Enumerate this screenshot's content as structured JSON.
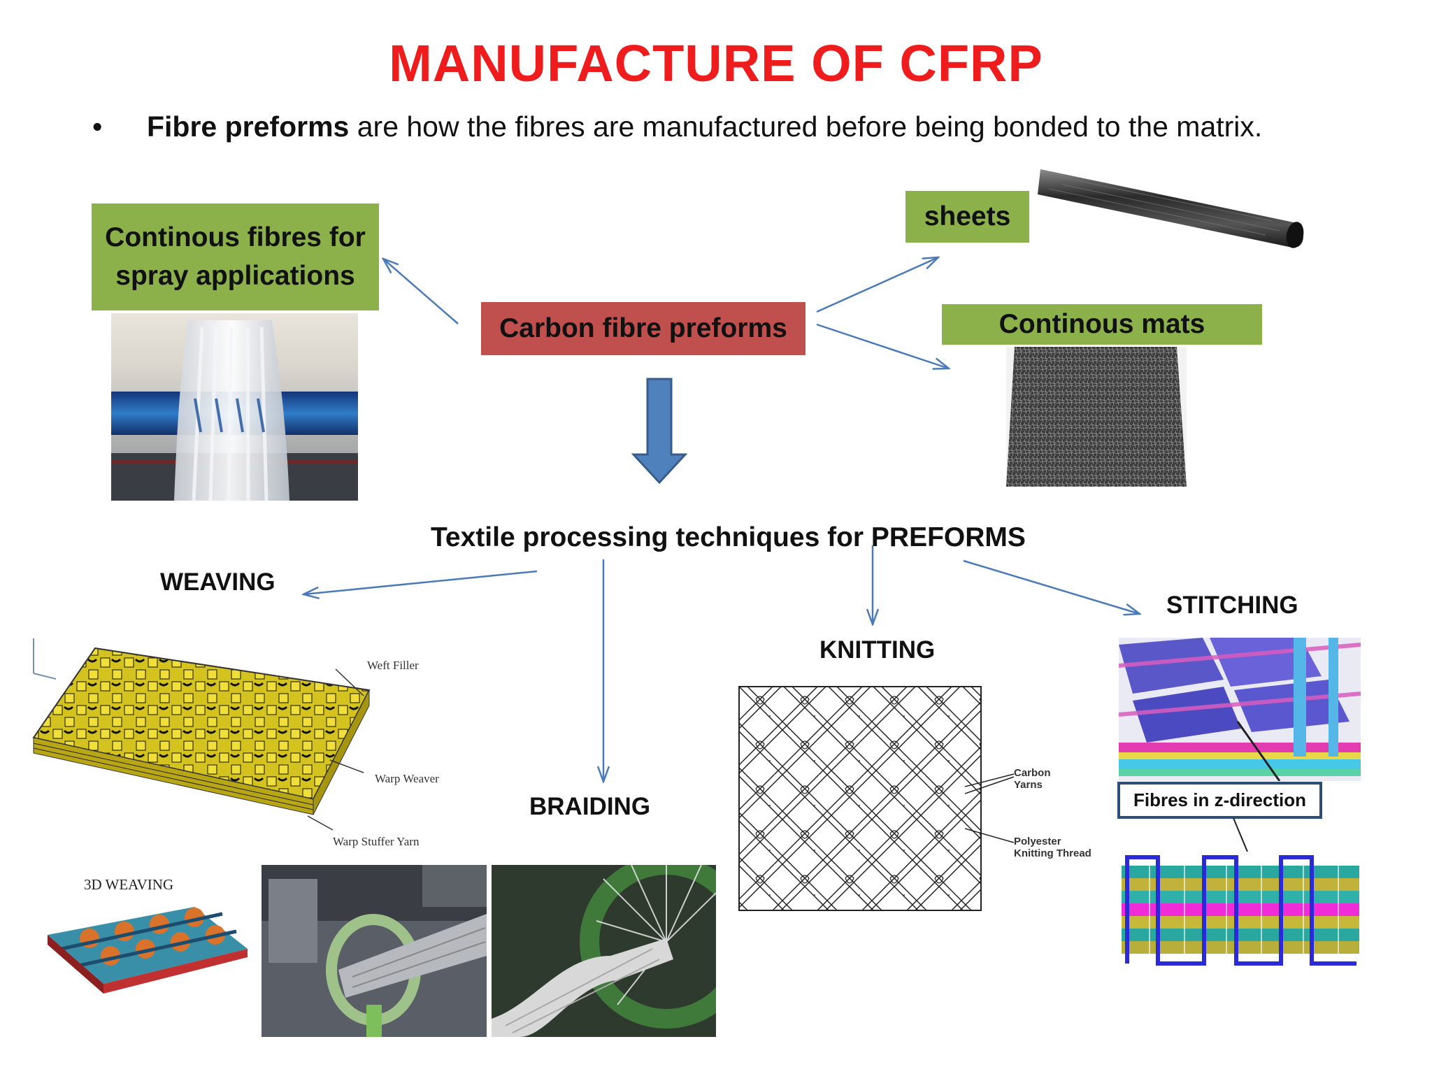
{
  "title": "MANUFACTURE OF CFRP",
  "intro": {
    "bullet": "•",
    "bold": "Fibre preforms",
    "rest": " are how the fibres are manufactured before being bonded to the matrix."
  },
  "boxes": {
    "spray_line1": "Continous fibres for",
    "spray_line2": "spray applications",
    "center": "Carbon fibre preforms",
    "sheets": "sheets",
    "mats": "Continous mats"
  },
  "techniques": {
    "heading": "Textile processing techniques for PREFORMS",
    "weaving": "WEAVING",
    "braiding": "BRAIDING",
    "knitting": "KNITTING",
    "stitching": "STITCHING"
  },
  "labels": {
    "weft_filler": "Weft Filler",
    "warp_weaver": "Warp Weaver",
    "warp_stuffer": "Warp Stuffer Yarn",
    "three_d_weaving": "3D WEAVING",
    "carbon_yarns_1": "Carbon",
    "carbon_yarns_2": "Yarns",
    "polyester_1": "Polyester",
    "polyester_2": "Knitting Thread",
    "fibres_z": "Fibres in z-direction"
  },
  "colors": {
    "title": "#ee1c1c",
    "green_box": "#8cb14a",
    "red_box": "#c0504d",
    "arrow": "#4a7ab8",
    "block_arrow": "#4f81bd"
  }
}
